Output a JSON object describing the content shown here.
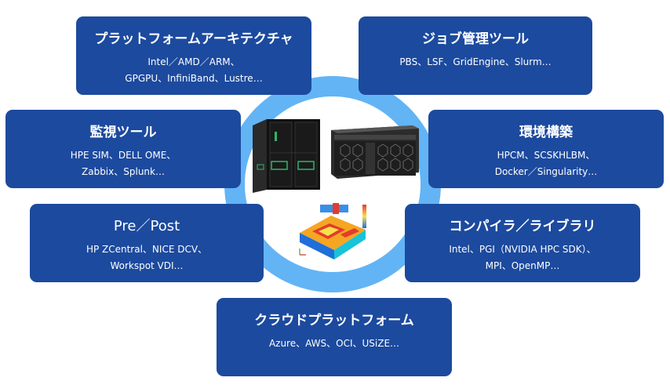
{
  "colors": {
    "box": "#1c4a9e",
    "ring": "#63b4f5",
    "text": "#ffffff"
  },
  "boxes": {
    "platform": {
      "title": "プラットフォームアーキテクチャ",
      "lines": [
        "Intel／AMD／ARM、",
        "GPGPU、InfiniBand、Lustre…"
      ]
    },
    "job": {
      "title": "ジョブ管理ツール",
      "lines": [
        "PBS、LSF、GridEngine、Slurm…"
      ]
    },
    "monitor": {
      "title": "監視ツール",
      "lines": [
        "HPE SIM、DELL OME、",
        "Zabbix、Splunk…"
      ]
    },
    "env": {
      "title": "環境構築",
      "lines": [
        "HPCM、SCSKHLBM、",
        "Docker／Singularity…"
      ]
    },
    "prepost": {
      "title": "Pre／Post",
      "lines": [
        "HP ZCentral、NICE DCV、",
        "Workspot VDI…"
      ]
    },
    "compiler": {
      "title": "コンパイラ／ライブラリ",
      "lines": [
        "Intel、PGI（NVIDIA HPC SDK）、",
        "MPI、OpenMP…"
      ]
    },
    "cloud": {
      "title": "クラウドプラットフォーム",
      "lines": [
        "Azure、AWS、OCI、USiZE…"
      ]
    }
  },
  "center": {
    "images": [
      "hpe-supercomputer-rack",
      "dell-rack-server",
      "thermal-simulation-plot"
    ]
  }
}
